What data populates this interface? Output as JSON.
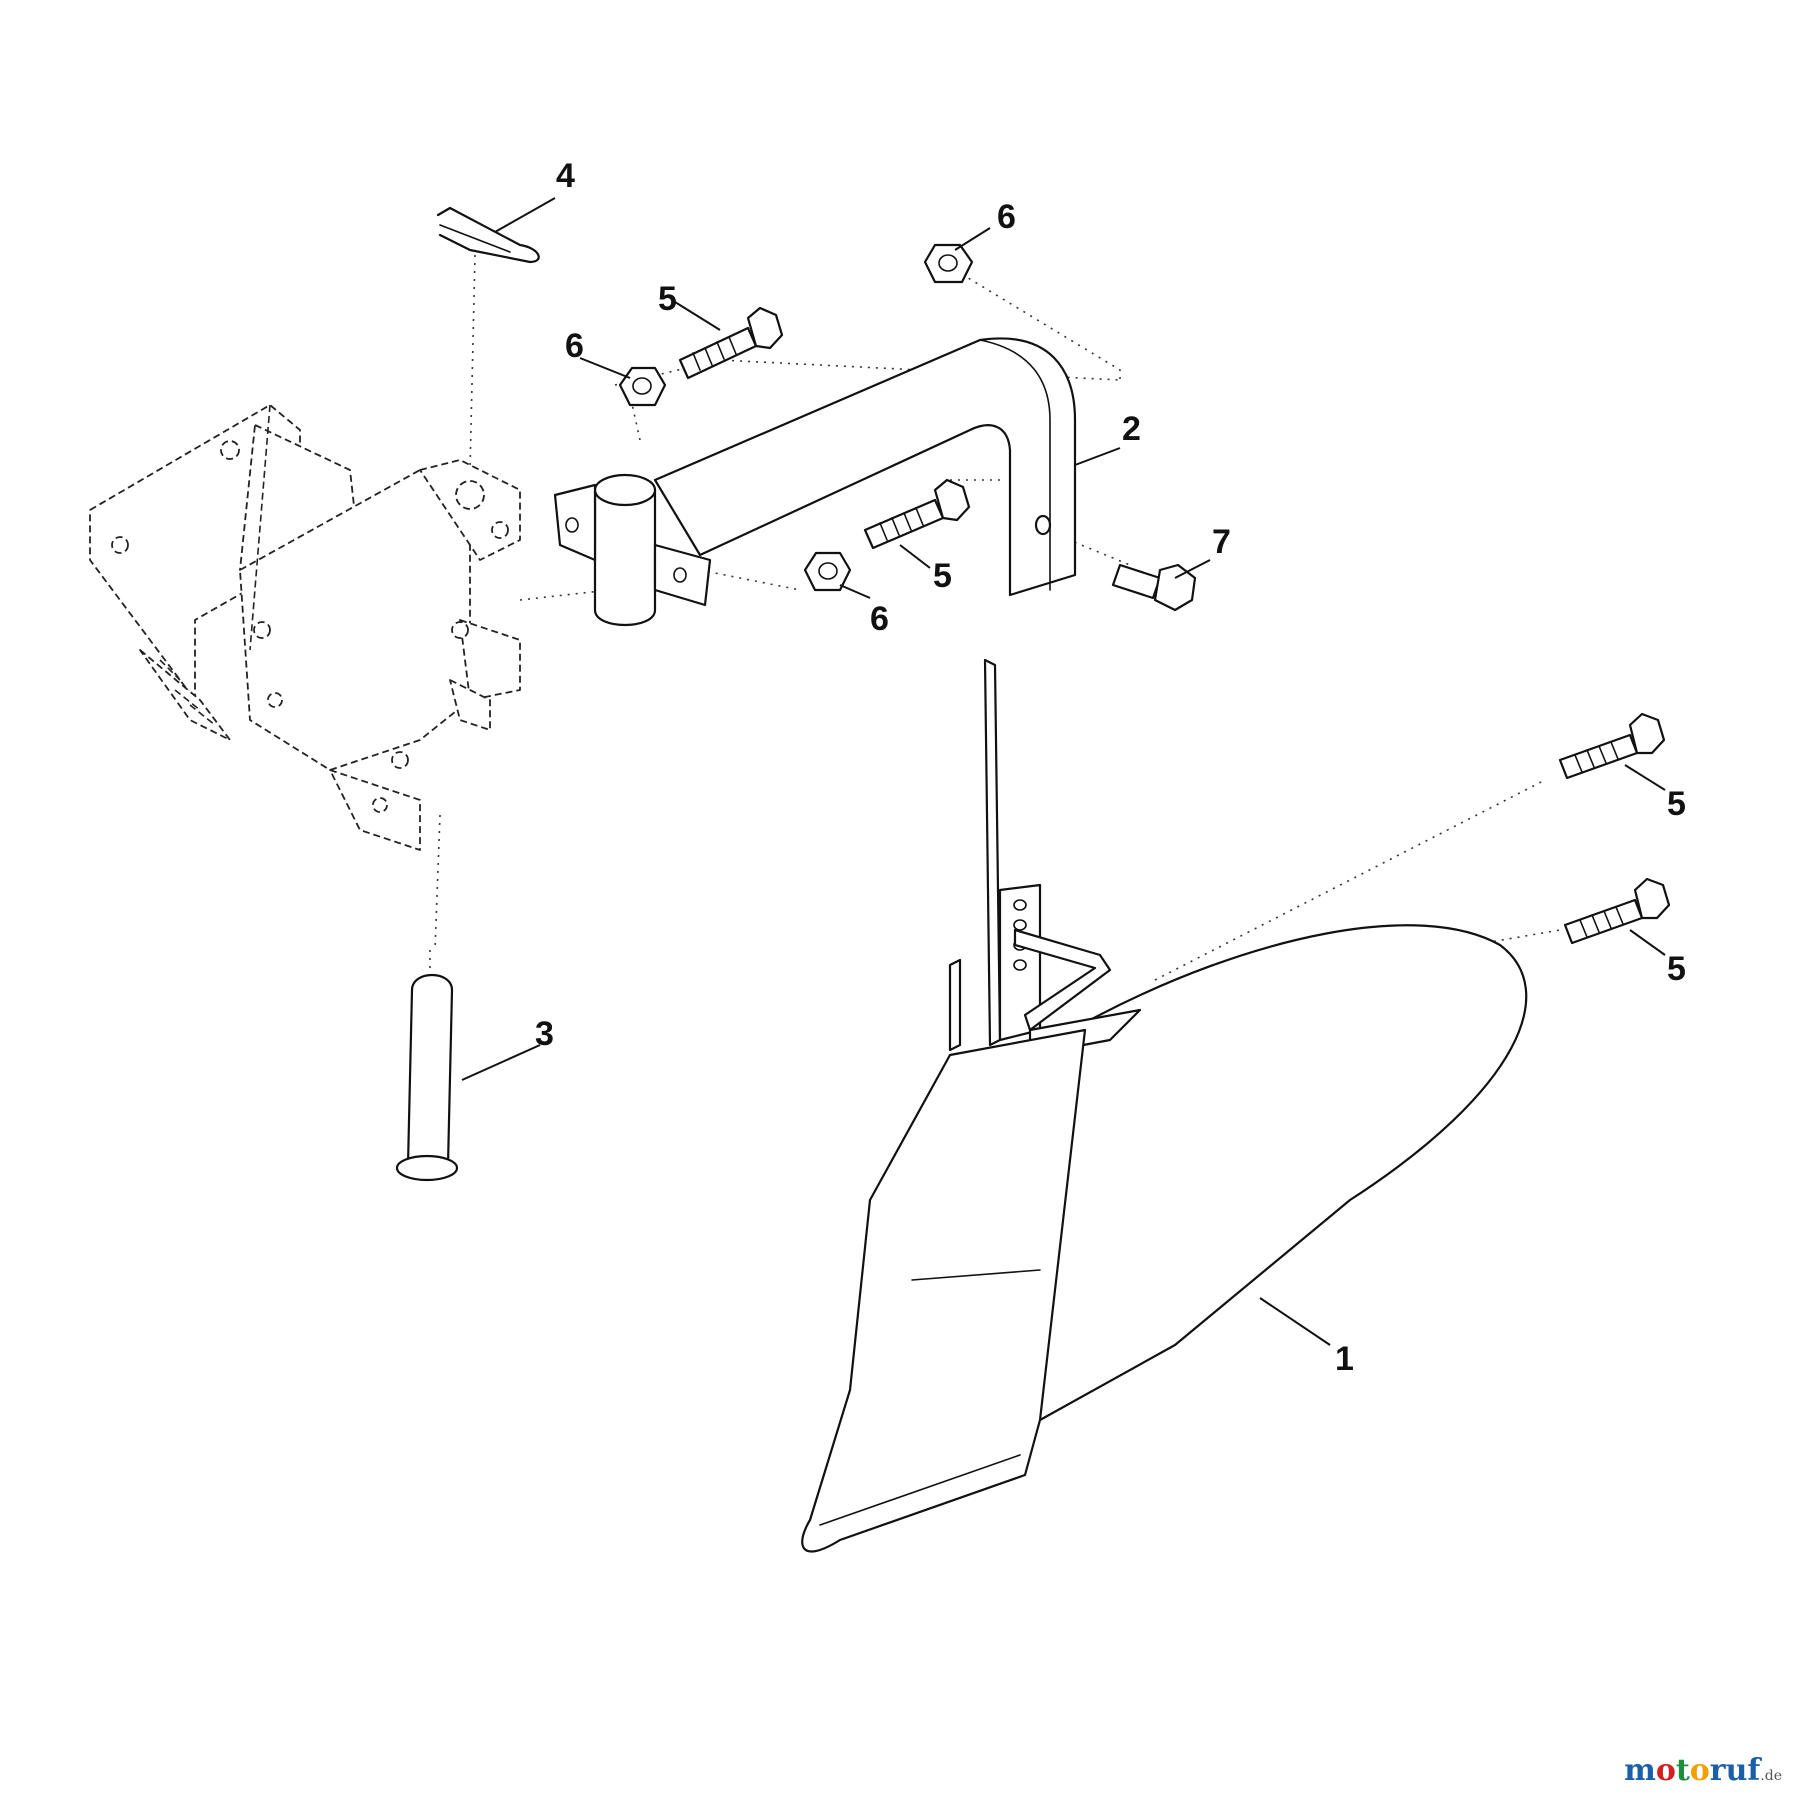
{
  "callouts": [
    {
      "id": "4a",
      "label": "4"
    },
    {
      "id": "6a",
      "label": "6"
    },
    {
      "id": "5a",
      "label": "5"
    },
    {
      "id": "6b",
      "label": "6"
    },
    {
      "id": "2a",
      "label": "2"
    },
    {
      "id": "7a",
      "label": "7"
    },
    {
      "id": "5b",
      "label": "5"
    },
    {
      "id": "6c",
      "label": "6"
    },
    {
      "id": "5c",
      "label": "5"
    },
    {
      "id": "5d",
      "label": "5"
    },
    {
      "id": "3a",
      "label": "3"
    },
    {
      "id": "1a",
      "label": "1"
    }
  ],
  "watermark": {
    "p1": "m",
    "p2": "o",
    "p3": "t",
    "p4": "o",
    "p5": "ruf",
    "suffix": ".de"
  }
}
